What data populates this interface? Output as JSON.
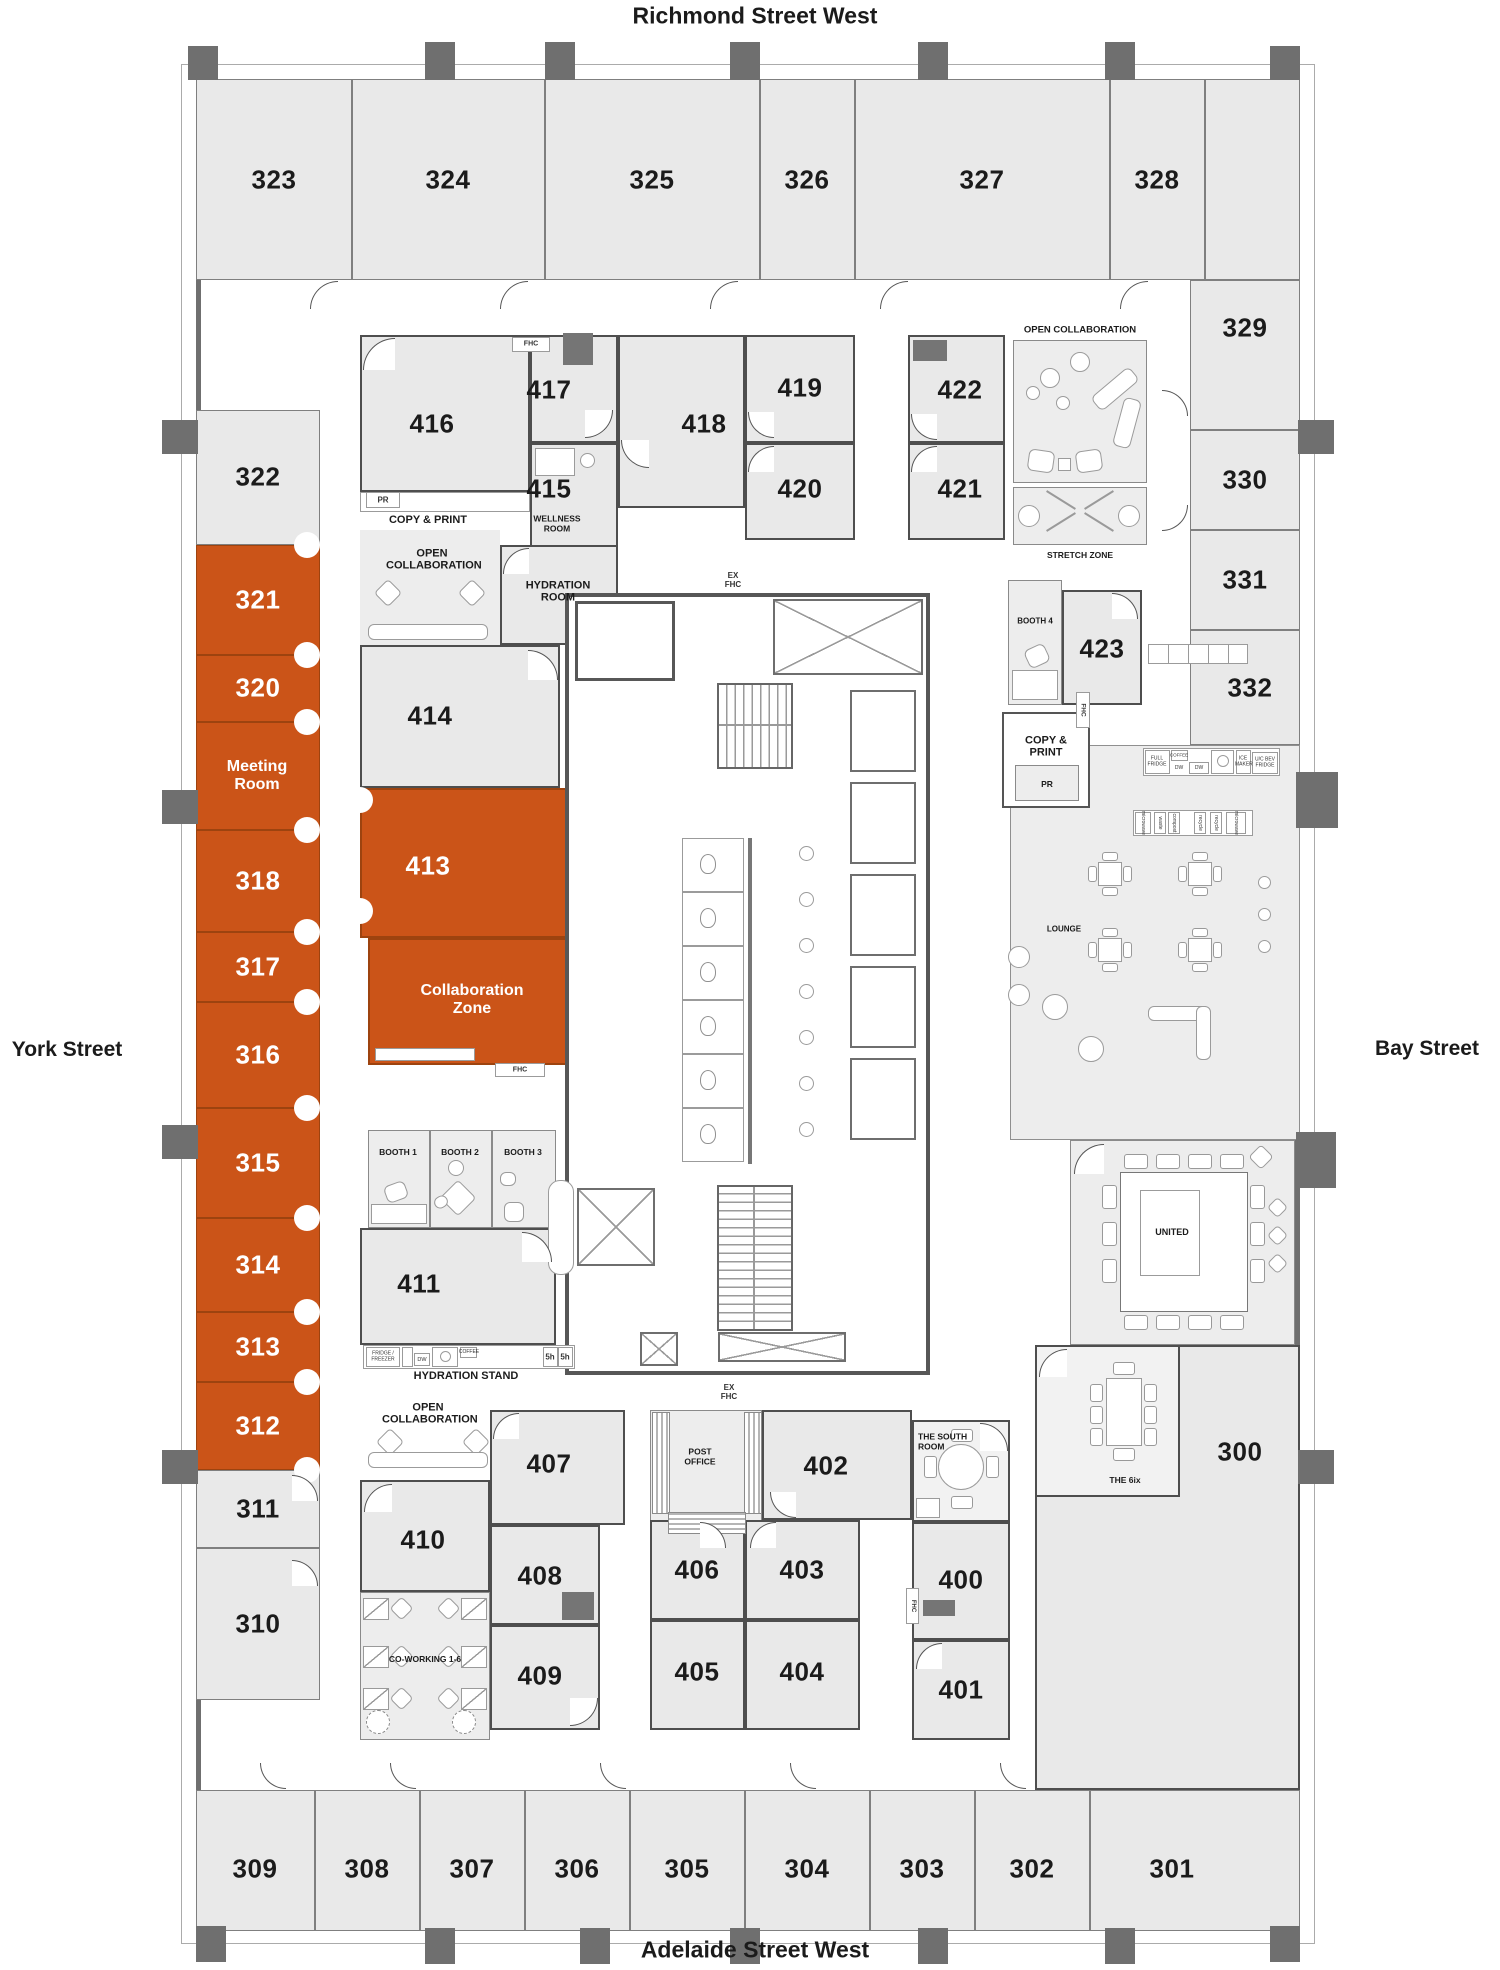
{
  "streets": {
    "top": "Richmond Street West",
    "bottom": "Adelaide Street West",
    "left": "York Street",
    "right": "Bay Street"
  },
  "colors": {
    "highlight": "#CB5418",
    "room_fill": "#E9E9E9",
    "open_area_fill": "#EDEDED",
    "outer_wall": "#6F6F6F",
    "inner_wall": "#4E4E4E",
    "text": "#1B1B1B",
    "highlight_text": "#FFFFFF"
  },
  "perimeter": {
    "top": [
      "323",
      "324",
      "325",
      "326",
      "327",
      "328"
    ],
    "right": [
      "329",
      "330",
      "331",
      "332"
    ],
    "left": [
      "322",
      "321",
      "320",
      "Meeting Room",
      "318",
      "317",
      "316",
      "315",
      "314",
      "313",
      "312",
      "311",
      "310"
    ],
    "bottom": [
      "309",
      "308",
      "307",
      "306",
      "305",
      "304",
      "303",
      "302",
      "301"
    ]
  },
  "inner": {
    "r416": "416",
    "r417": "417",
    "r415": "415",
    "r418": "418",
    "r419": "419",
    "r420": "420",
    "r421": "421",
    "r422": "422",
    "r423": "423",
    "r414": "414",
    "r413": "413",
    "r411": "411",
    "r410": "410",
    "r409": "409",
    "r408": "408",
    "r407": "407",
    "r406": "406",
    "r405": "405",
    "r404": "404",
    "r403": "403",
    "r402": "402",
    "r401": "401",
    "r400": "400",
    "r300": "300"
  },
  "zones": {
    "open_collaboration": "OPEN COLLABORATION",
    "stretch_zone": "STRETCH ZONE",
    "collaboration_zone": "Collaboration Zone",
    "lounge": "LOUNGE",
    "united": "UNITED",
    "the_6ix": "THE 6ix",
    "south_room": "THE SOUTH ROOM",
    "co_working": "CO-WORKING 1-6"
  },
  "services": {
    "copy_print": "COPY & PRINT",
    "pr": "PR",
    "wellness_room": "WELLNESS ROOM",
    "hydration_room": "HYDRATION ROOM",
    "hydration_stand": "HYDRATION STAND",
    "post_office": "POST OFFICE",
    "booth_1": "BOOTH 1",
    "booth_2": "BOOTH 2",
    "booth_3": "BOOTH 3",
    "booth_4": "BOOTH 4",
    "fhc": "FHC",
    "ex_fhc": "EX FHC"
  },
  "kitchen": {
    "full_fridge": "FULL FRIDGE",
    "coffee": "COFFEE",
    "dw": "DW",
    "ice_maker": "ICE MAKER",
    "bev_fridge": "U/C BEV FRIDGE",
    "fridge_freezer": "FRIDGE / FREEZER",
    "shelf": "5h",
    "bins": [
      "microwave",
      "waste",
      "compost",
      "recycle",
      "recycle",
      "microwave"
    ]
  }
}
